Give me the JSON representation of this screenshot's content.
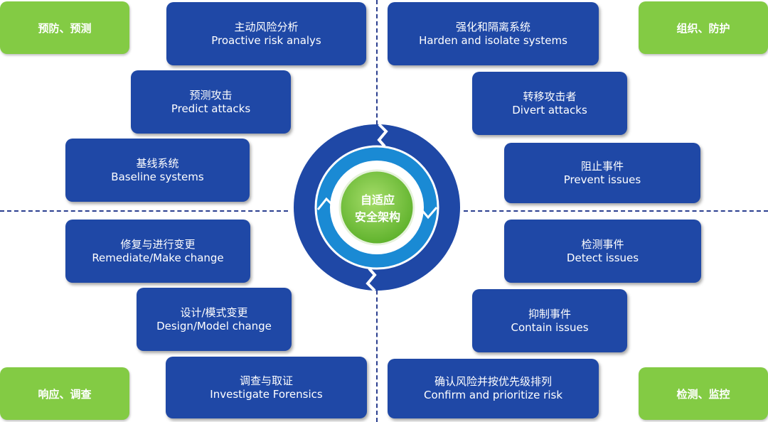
{
  "tags": {
    "top_left": "预防、预测",
    "top_right": "组织、防护",
    "bottom_left": "响应、调查",
    "bottom_right": "检测、监控"
  },
  "center": {
    "line1": "自适应",
    "line2": "安全架构"
  },
  "boxes": {
    "proactive": {
      "zh": "主动风险分析",
      "en": "Proactive risk analys"
    },
    "predict": {
      "zh": "预测攻击",
      "en": "Predict attacks"
    },
    "baseline": {
      "zh": "基线系统",
      "en": "Baseline systems"
    },
    "harden": {
      "zh": "强化和隔离系统",
      "en": "Harden and isolate systems"
    },
    "divert": {
      "zh": "转移攻击者",
      "en": "Divert attacks"
    },
    "prevent": {
      "zh": "阻止事件",
      "en": "Prevent issues"
    },
    "remediate": {
      "zh": "修复与进行变更",
      "en": "Remediate/Make change"
    },
    "design": {
      "zh": "设计/模式变更",
      "en": "Design/Model change"
    },
    "investigate": {
      "zh": "调查与取证",
      "en": "Investigate Forensics"
    },
    "detect": {
      "zh": "检测事件",
      "en": "Detect issues"
    },
    "contain": {
      "zh": "抑制事件",
      "en": "Contain issues"
    },
    "confirm": {
      "zh": "确认风险并按优先级排列",
      "en": "Confirm and prioritize risk"
    }
  },
  "colors": {
    "box": "#1f48a6",
    "tag": "#83cb44",
    "ring_outer": "#1f48a6",
    "ring_inner": "#1a8ad4",
    "center": "#7ec843"
  }
}
